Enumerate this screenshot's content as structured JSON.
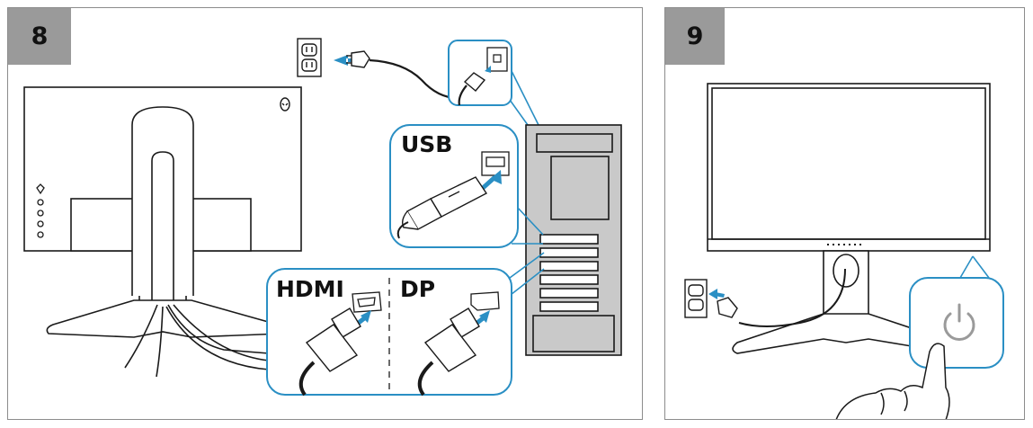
{
  "steps": [
    {
      "number": "8",
      "labels": {
        "usb": "USB",
        "hdmi": "HDMI",
        "dp": "DP"
      }
    },
    {
      "number": "9"
    }
  ],
  "colors": {
    "accent": "#2a8fc4",
    "accent_fill": "#cfeaf7",
    "step_box": "#9a9a9a",
    "line": "#1a1a1a",
    "tower": "#c9c9c9"
  },
  "icons": [
    "alienware-logo-icon",
    "wall-outlet-icon",
    "power-plug-icon",
    "usb-port-icon",
    "hdmi-port-icon",
    "dp-port-icon",
    "power-button-icon",
    "hand-icon",
    "arrow-icon"
  ]
}
